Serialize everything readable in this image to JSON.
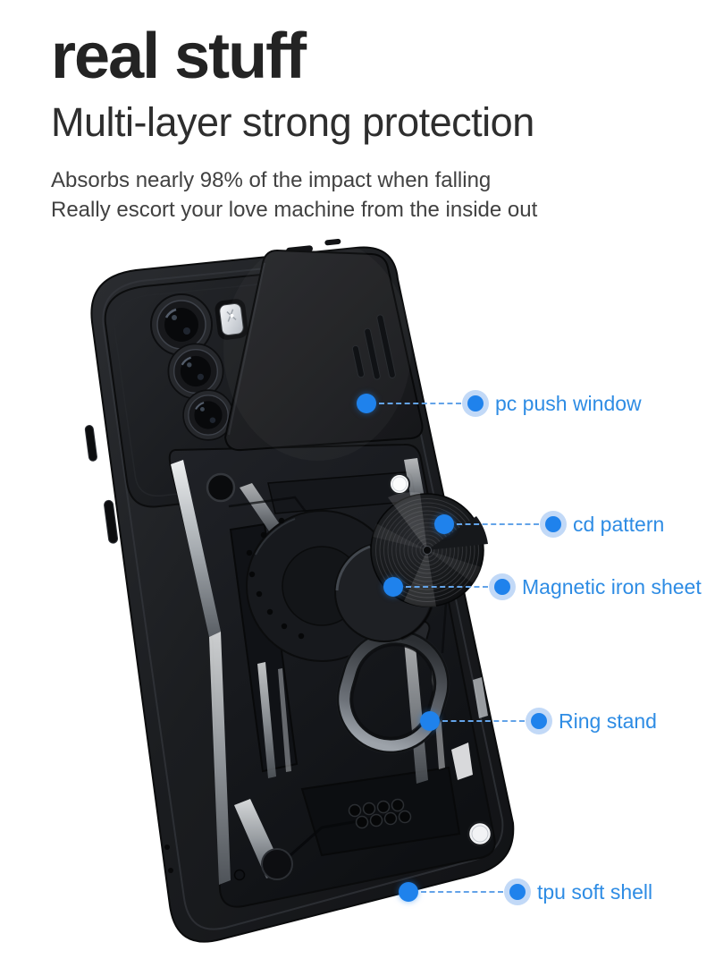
{
  "page": {
    "background": "#ffffff",
    "accent_text_blue": "#2e8ce4",
    "dot_blue": "#1f82ec",
    "case_color": "#1b1d20"
  },
  "header": {
    "title": "real stuff",
    "subtitle": "Multi-layer strong protection",
    "description_line1": "Absorbs nearly 98% of the impact when falling",
    "description_line2": "Really escort your love machine from the inside out"
  },
  "callouts": [
    {
      "label": "pc push window"
    },
    {
      "label": "cd pattern"
    },
    {
      "label": "Magnetic iron sheet"
    },
    {
      "label": "Ring stand"
    },
    {
      "label": "tpu soft shell"
    }
  ],
  "illustration": {
    "subject": "black armor phone case with sliding camera cover, cd-pattern ring stand and tpu shell"
  }
}
